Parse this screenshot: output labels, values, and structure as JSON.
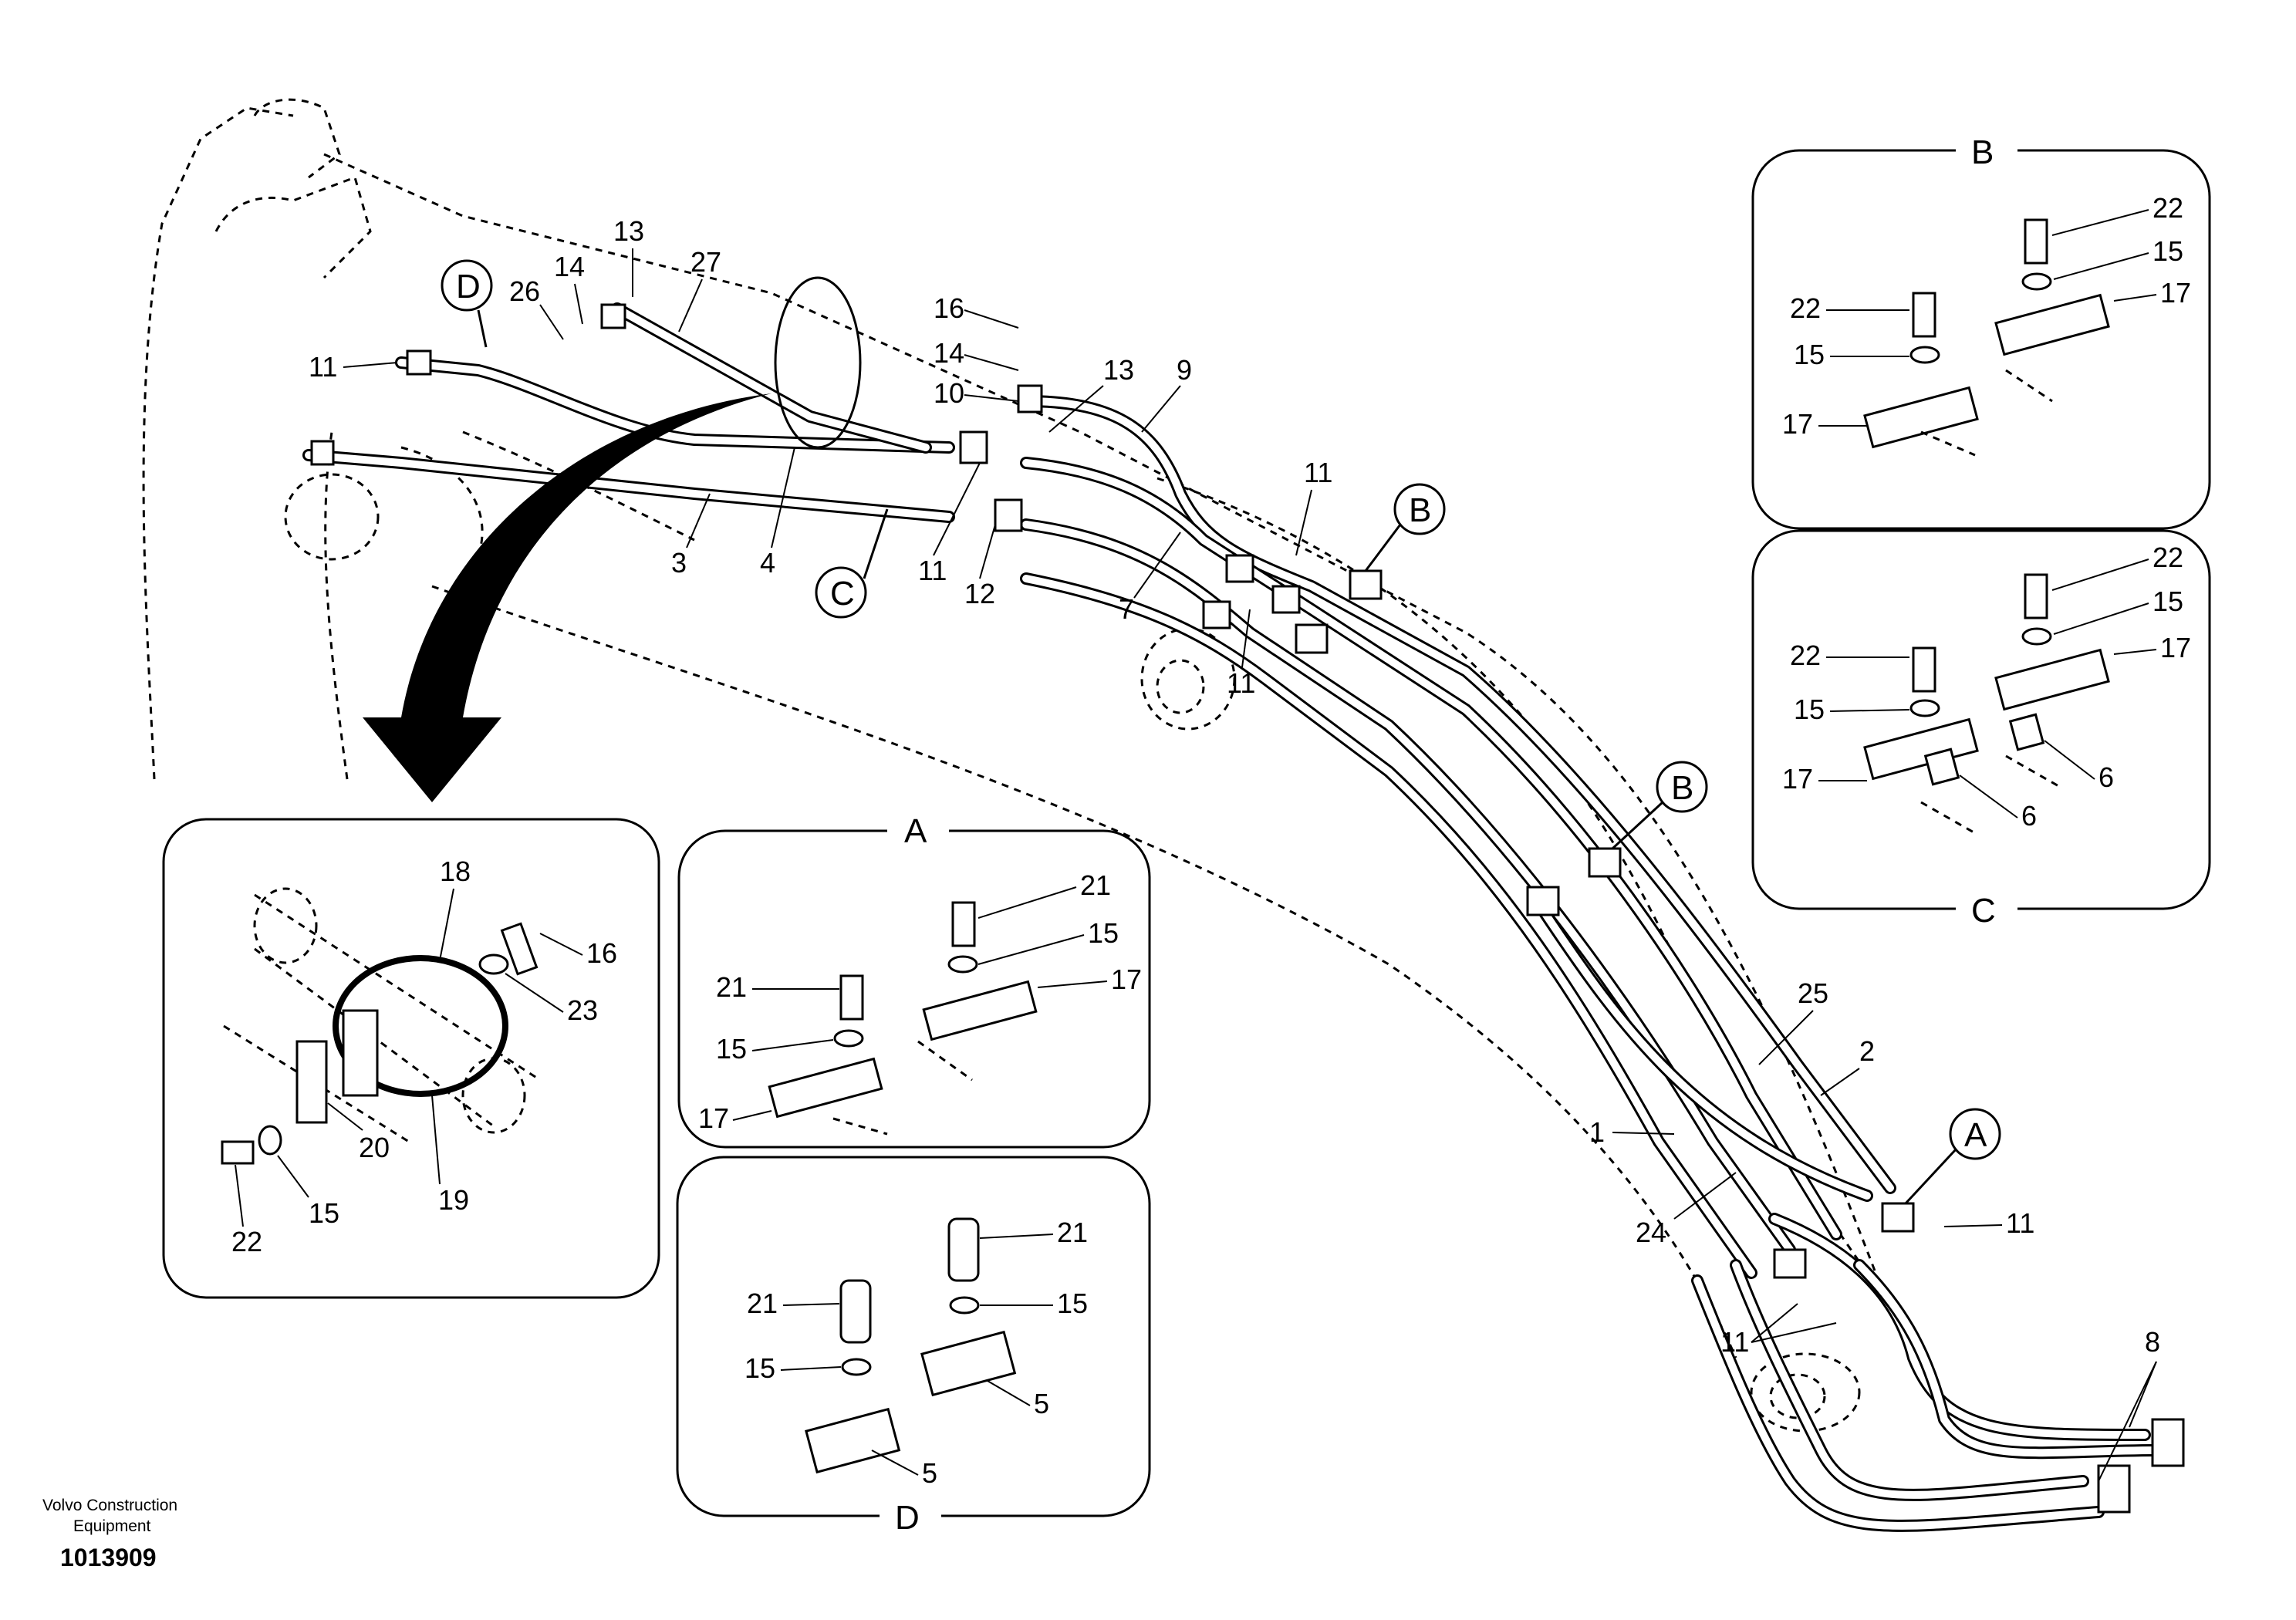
{
  "footer": {
    "company_line1": "Volvo Construction",
    "company_line2": "Equipment",
    "drawing_number": "1013909"
  },
  "detail_views": {
    "B": "B",
    "C": "C",
    "A": "A",
    "D": "D"
  },
  "callouts": {
    "D": "D",
    "C": "C",
    "B1": "B",
    "B2": "B",
    "A": "A"
  },
  "main_labels": {
    "l11a": "11",
    "l26": "26",
    "l14a": "14",
    "l13a": "13",
    "l27": "27",
    "l3": "3",
    "l4": "4",
    "l16a": "16",
    "l14b": "14",
    "l10": "10",
    "l13b": "13",
    "l9": "9",
    "l11b": "11",
    "l12": "12",
    "l7": "7",
    "l11c": "11",
    "l11d": "11",
    "l25": "25",
    "l2": "2",
    "l1": "1",
    "l24": "24",
    "l11e": "11",
    "l11f": "11",
    "l8": "8"
  },
  "clamp_labels": {
    "l18": "18",
    "l16": "16",
    "l23": "23",
    "l20": "20",
    "l19": "19",
    "l15": "15",
    "l22": "22"
  },
  "a_labels": {
    "l21a": "21",
    "l15a": "15",
    "l17a": "17",
    "l21b": "21",
    "l15b": "15",
    "l17b": "17"
  },
  "d_labels": {
    "l21a": "21",
    "l15a": "15",
    "l5a": "5",
    "l21b": "21",
    "l15b": "15",
    "l5b": "5"
  },
  "b_labels": {
    "l22a": "22",
    "l15a": "15",
    "l17a": "17",
    "l22b": "22",
    "l15b": "15",
    "l17b": "17"
  },
  "c_labels": {
    "l22a": "22",
    "l15a": "15",
    "l17a": "17",
    "l6a": "6",
    "l22b": "22",
    "l15b": "15",
    "l17b": "17",
    "l6b": "6"
  }
}
